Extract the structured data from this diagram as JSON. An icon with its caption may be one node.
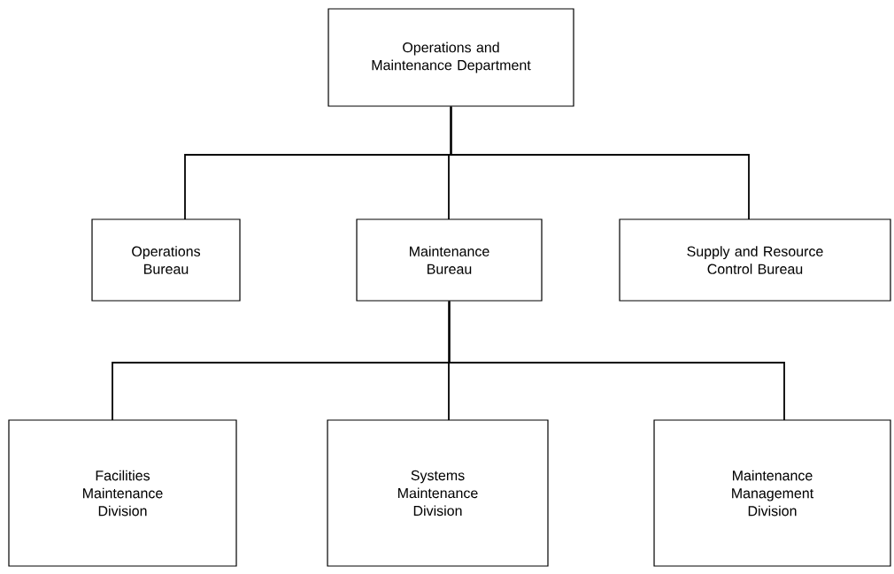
{
  "diagram": {
    "nodes": [
      {
        "text": [
          "Operations and Maintenance Department"
        ]
      },
      {
        "text": [
          "Operations Bureau"
        ]
      },
      {
        "text": [
          "Maintenance Bureau"
        ]
      },
      {
        "text": [
          "Supply and Resource Control Bureau"
        ]
      },
      {
        "text": [
          "Facilities Maintenance Division"
        ]
      },
      {
        "text": [
          "Systems Maintenance Division"
        ]
      },
      {
        "text": [
          "Maintenance Management Division"
        ]
      }
    ],
    "edges": [
      {
        "from": 0,
        "to": 1,
        "arrow": "none"
      },
      {
        "from": 0,
        "to": 2,
        "arrow": "none"
      },
      {
        "from": 0,
        "to": 3,
        "arrow": "none"
      },
      {
        "from": 2,
        "to": 4,
        "arrow": "none"
      },
      {
        "from": 2,
        "to": 5,
        "arrow": "none"
      },
      {
        "from": 2,
        "to": 6,
        "arrow": "none"
      }
    ]
  }
}
